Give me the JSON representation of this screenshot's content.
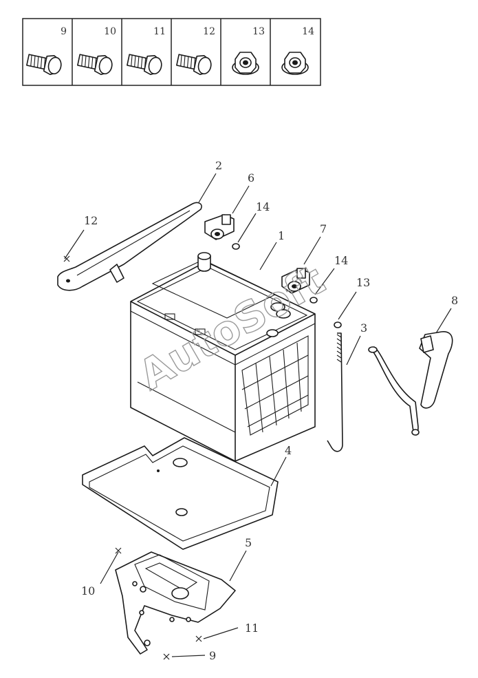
{
  "fastener_table": {
    "cells": [
      {
        "number": "9",
        "icon": "hex-bolt-icon"
      },
      {
        "number": "10",
        "icon": "hex-bolt-icon"
      },
      {
        "number": "11",
        "icon": "hex-bolt-icon"
      },
      {
        "number": "12",
        "icon": "hex-bolt-icon"
      },
      {
        "number": "13",
        "icon": "hex-flange-nut-icon"
      },
      {
        "number": "14",
        "icon": "hex-flange-nut-icon"
      }
    ]
  },
  "callouts": {
    "c1": "1",
    "c2": "2",
    "c3": "3",
    "c4": "4",
    "c5": "5",
    "c6": "6",
    "c7": "7",
    "c8": "8",
    "c9": "9",
    "c10": "10",
    "c11": "11",
    "c12": "12",
    "c13": "13",
    "c14a": "14",
    "c14b": "14"
  },
  "watermark": "AutoSoft"
}
